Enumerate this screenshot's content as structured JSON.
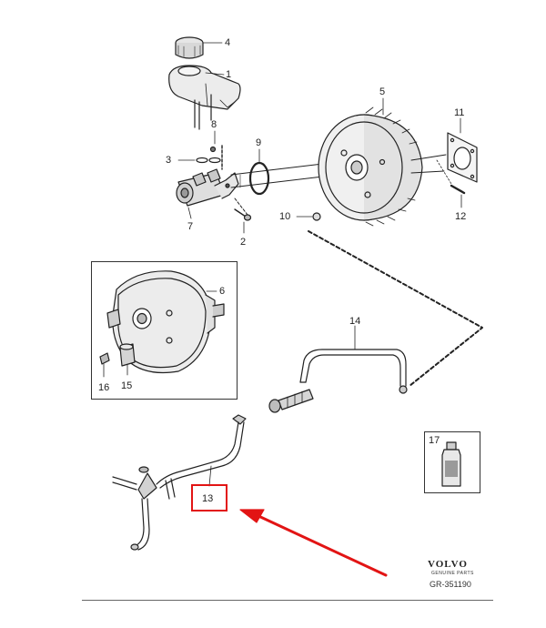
{
  "diagram": {
    "callouts": [
      {
        "id": "c1",
        "text": "1"
      },
      {
        "id": "c2",
        "text": "2"
      },
      {
        "id": "c3",
        "text": "3"
      },
      {
        "id": "c4",
        "text": "4"
      },
      {
        "id": "c5",
        "text": "5"
      },
      {
        "id": "c6",
        "text": "6"
      },
      {
        "id": "c7",
        "text": "7"
      },
      {
        "id": "c8",
        "text": "8"
      },
      {
        "id": "c9",
        "text": "9"
      },
      {
        "id": "c10",
        "text": "10"
      },
      {
        "id": "c11",
        "text": "11"
      },
      {
        "id": "c12",
        "text": "12"
      },
      {
        "id": "c13",
        "text": "13"
      },
      {
        "id": "c14",
        "text": "14"
      },
      {
        "id": "c15",
        "text": "15"
      },
      {
        "id": "c16",
        "text": "16"
      },
      {
        "id": "c17",
        "text": "17"
      }
    ],
    "highlighted_callout": "13",
    "highlight_color": "#e21414",
    "brand": "VOLVO",
    "brand_subtitle": "GENUINE PARTS",
    "reference_number": "GR-351190"
  }
}
